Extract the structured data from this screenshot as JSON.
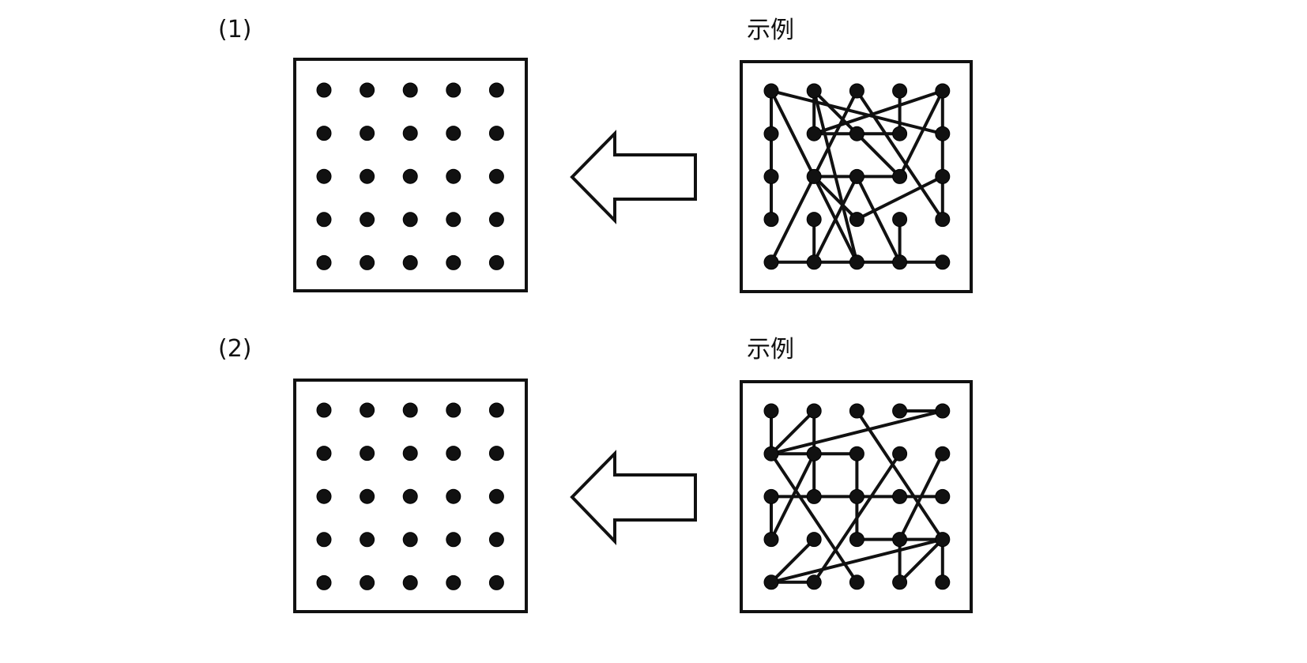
{
  "problems": [
    {
      "number_label": "(1)",
      "example_label": "示例",
      "grid": {
        "rows": 5,
        "cols": 5
      },
      "example_edges": [
        [
          [
            0,
            0
          ],
          [
            4,
            1
          ]
        ],
        [
          [
            0,
            0
          ],
          [
            0,
            3
          ]
        ],
        [
          [
            0,
            0
          ],
          [
            2,
            4
          ]
        ],
        [
          [
            1,
            0
          ],
          [
            1,
            1
          ]
        ],
        [
          [
            1,
            0
          ],
          [
            2,
            4
          ]
        ],
        [
          [
            1,
            0
          ],
          [
            3,
            2
          ]
        ],
        [
          [
            2,
            0
          ],
          [
            4,
            3
          ]
        ],
        [
          [
            2,
            0
          ],
          [
            0,
            4
          ]
        ],
        [
          [
            3,
            0
          ],
          [
            3,
            1
          ]
        ],
        [
          [
            4,
            0
          ],
          [
            1,
            1
          ]
        ],
        [
          [
            4,
            0
          ],
          [
            4,
            3
          ]
        ],
        [
          [
            4,
            0
          ],
          [
            3,
            2
          ]
        ],
        [
          [
            1,
            1
          ],
          [
            3,
            1
          ]
        ],
        [
          [
            1,
            2
          ],
          [
            3,
            2
          ]
        ],
        [
          [
            1,
            2
          ],
          [
            2,
            3
          ]
        ],
        [
          [
            4,
            2
          ],
          [
            2,
            3
          ]
        ],
        [
          [
            2,
            2
          ],
          [
            1,
            4
          ]
        ],
        [
          [
            2,
            2
          ],
          [
            3,
            4
          ]
        ],
        [
          [
            1,
            3
          ],
          [
            1,
            4
          ]
        ],
        [
          [
            3,
            3
          ],
          [
            3,
            4
          ]
        ],
        [
          [
            0,
            4
          ],
          [
            4,
            4
          ]
        ]
      ]
    },
    {
      "number_label": "(2)",
      "example_label": "示例",
      "grid": {
        "rows": 5,
        "cols": 5
      },
      "example_edges": [
        [
          [
            0,
            0
          ],
          [
            0,
            1
          ]
        ],
        [
          [
            1,
            0
          ],
          [
            0,
            1
          ]
        ],
        [
          [
            1,
            0
          ],
          [
            1,
            2
          ]
        ],
        [
          [
            3,
            0
          ],
          [
            4,
            0
          ]
        ],
        [
          [
            4,
            0
          ],
          [
            0,
            1
          ]
        ],
        [
          [
            2,
            0
          ],
          [
            4,
            3
          ]
        ],
        [
          [
            0,
            1
          ],
          [
            2,
            1
          ]
        ],
        [
          [
            2,
            1
          ],
          [
            2,
            3
          ]
        ],
        [
          [
            0,
            1
          ],
          [
            2,
            4
          ]
        ],
        [
          [
            1,
            1
          ],
          [
            0,
            3
          ]
        ],
        [
          [
            0,
            2
          ],
          [
            4,
            2
          ]
        ],
        [
          [
            0,
            2
          ],
          [
            0,
            3
          ]
        ],
        [
          [
            3,
            1
          ],
          [
            1,
            4
          ]
        ],
        [
          [
            4,
            1
          ],
          [
            3,
            3
          ]
        ],
        [
          [
            2,
            3
          ],
          [
            4,
            3
          ]
        ],
        [
          [
            1,
            3
          ],
          [
            0,
            4
          ]
        ],
        [
          [
            0,
            4
          ],
          [
            1,
            4
          ]
        ],
        [
          [
            4,
            3
          ],
          [
            0,
            4
          ]
        ],
        [
          [
            4,
            3
          ],
          [
            3,
            4
          ]
        ],
        [
          [
            4,
            3
          ],
          [
            4,
            4
          ]
        ],
        [
          [
            3,
            3
          ],
          [
            3,
            4
          ]
        ]
      ]
    }
  ],
  "colors": {
    "ink": "#111111",
    "background": "#ffffff"
  }
}
